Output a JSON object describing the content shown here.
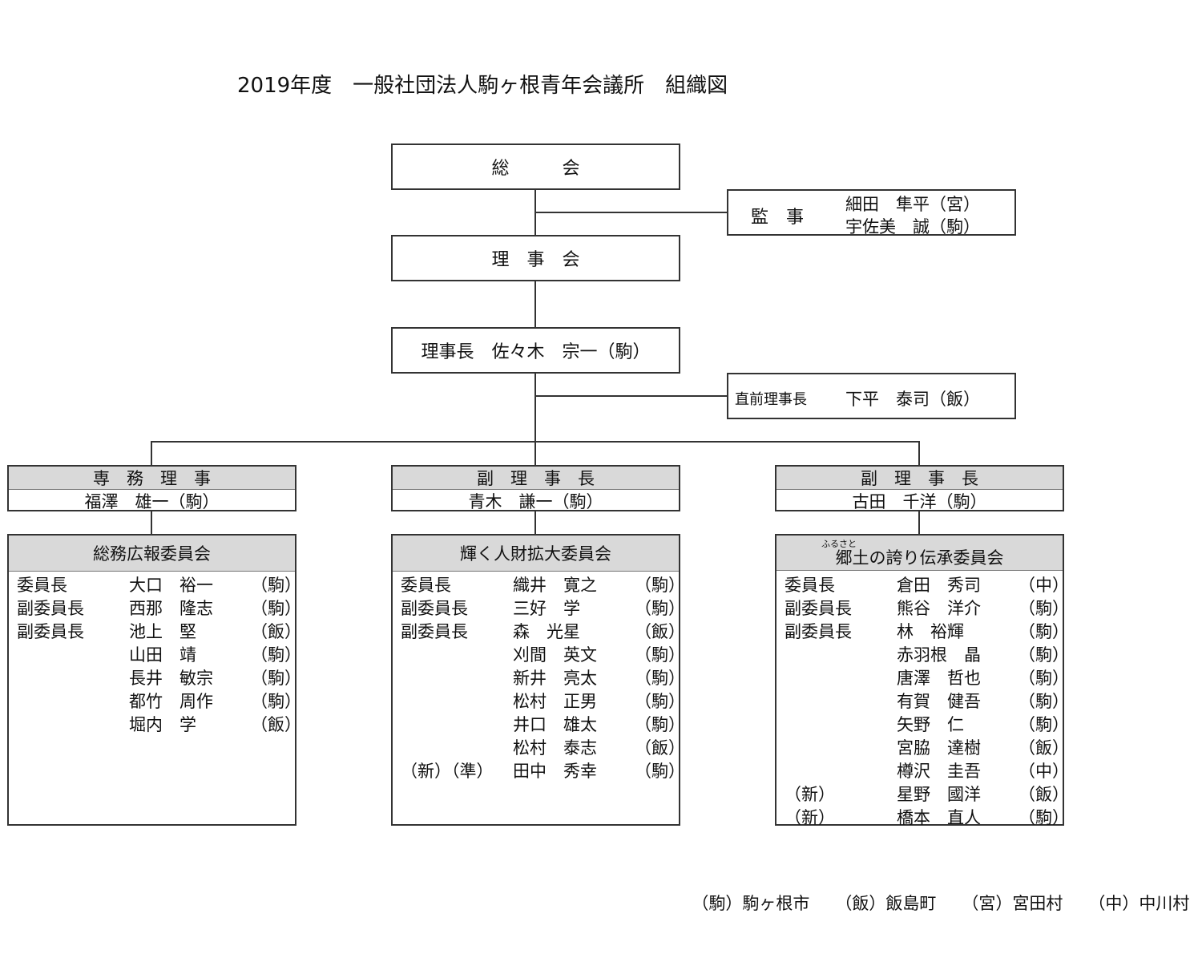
{
  "title": "2019年度　一般社団法人駒ヶ根青年会議所　組織図",
  "general_assembly": "総　　　会",
  "auditors": {
    "label": "監　事",
    "members": [
      "細田　隼平（宮）",
      "宇佐美　誠（駒）"
    ]
  },
  "board": "理　事　会",
  "president": "理事長　佐々木　宗一（駒）",
  "past_president": {
    "label": "直前理事長",
    "name": "下平　泰司（飯）"
  },
  "officers": [
    {
      "title": "専　務　理　事",
      "name": "福澤　雄一（駒）"
    },
    {
      "title": "副　理　事　長",
      "name": "青木　謙一（駒）"
    },
    {
      "title": "副　理　事　長",
      "name": "古田　千洋（駒）"
    }
  ],
  "committees": [
    {
      "name": "総務広報委員会",
      "ruby": "",
      "members": [
        {
          "role": "委員長",
          "name": "大口　裕一",
          "mun": "（駒）"
        },
        {
          "role": "副委員長",
          "name": "西那　隆志",
          "mun": "（駒）"
        },
        {
          "role": "副委員長",
          "name": "池上　堅",
          "mun": "（飯）"
        },
        {
          "role": "",
          "name": "山田　靖",
          "mun": "（駒）"
        },
        {
          "role": "",
          "name": "長井　敏宗",
          "mun": "（駒）"
        },
        {
          "role": "",
          "name": "都竹　周作",
          "mun": "（駒）"
        },
        {
          "role": "",
          "name": "堀内　学",
          "mun": "（飯）"
        }
      ]
    },
    {
      "name": "輝く人財拡大委員会",
      "ruby": "",
      "members": [
        {
          "role": "委員長",
          "name": "織井　寛之",
          "mun": "（駒）"
        },
        {
          "role": "副委員長",
          "name": "三好　学",
          "mun": "（駒）"
        },
        {
          "role": "副委員長",
          "name": "森　光星",
          "mun": "（飯）"
        },
        {
          "role": "",
          "name": "刈間　英文",
          "mun": "（駒）"
        },
        {
          "role": "",
          "name": "新井　亮太",
          "mun": "（駒）"
        },
        {
          "role": "",
          "name": "松村　正男",
          "mun": "（駒）"
        },
        {
          "role": "",
          "name": "井口　雄太",
          "mun": "（駒）"
        },
        {
          "role": "",
          "name": "松村　泰志",
          "mun": "（飯）"
        },
        {
          "role": "（新）（準）",
          "name": "田中　秀幸",
          "mun": "（駒）"
        }
      ]
    },
    {
      "name": "郷土の誇り伝承委員会",
      "ruby": "ふるさと",
      "members": [
        {
          "role": "委員長",
          "name": "倉田　秀司",
          "mun": "（中）"
        },
        {
          "role": "副委員長",
          "name": "熊谷　洋介",
          "mun": "（駒）"
        },
        {
          "role": "副委員長",
          "name": "林　裕輝",
          "mun": "（駒）"
        },
        {
          "role": "",
          "name": "赤羽根　晶",
          "mun": "（駒）"
        },
        {
          "role": "",
          "name": "唐澤　哲也",
          "mun": "（駒）"
        },
        {
          "role": "",
          "name": "有賀　健吾",
          "mun": "（駒）"
        },
        {
          "role": "",
          "name": "矢野　仁",
          "mun": "（駒）"
        },
        {
          "role": "",
          "name": "宮脇　達樹",
          "mun": "（飯）"
        },
        {
          "role": "",
          "name": "樽沢　圭吾",
          "mun": "（中）"
        },
        {
          "role": "（新）",
          "name": "星野　國洋",
          "mun": "（飯）"
        },
        {
          "role": "（新）",
          "name": "橋本　直人",
          "mun": "（駒）"
        }
      ]
    }
  ],
  "legend": [
    "（駒）駒ヶ根市",
    "（飯）飯島町",
    "（宮）宮田村",
    "（中）中川村"
  ]
}
